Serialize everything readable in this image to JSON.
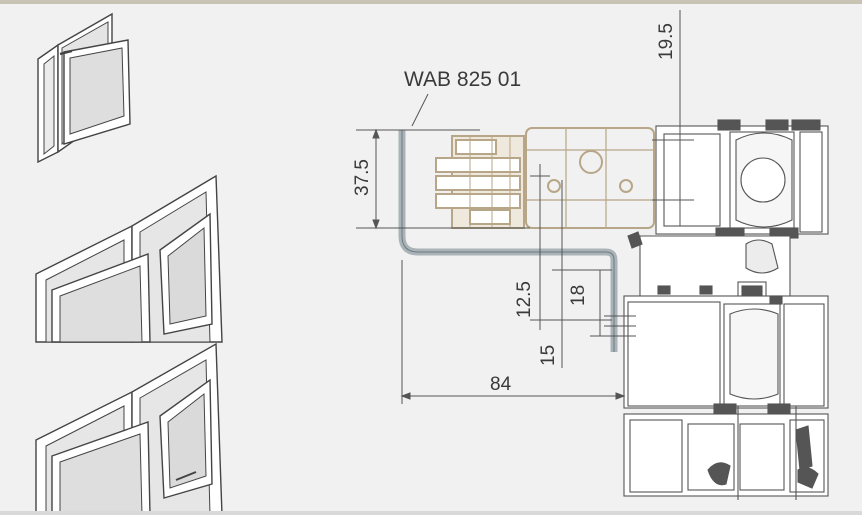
{
  "drawing": {
    "part_label": "WAB 825 01",
    "dim_overall_width": "84",
    "dim_hinge_height": "37.5",
    "dim_top_offset": "19.5",
    "dim_left_vertical": "12.5",
    "dim_lower_vertical": "15",
    "dim_leg_length": "18"
  },
  "colors": {
    "background": "#f1f1f1",
    "hinge_outline": "#b8a688",
    "bracket": "#a9b3b8",
    "profile_stroke": "#555555",
    "dimension_line": "#555555"
  },
  "thumbnails": [
    {
      "icon": "single-casement-window-icon"
    },
    {
      "icon": "double-casement-window-icon"
    },
    {
      "icon": "double-casement-window-open-icon"
    }
  ]
}
